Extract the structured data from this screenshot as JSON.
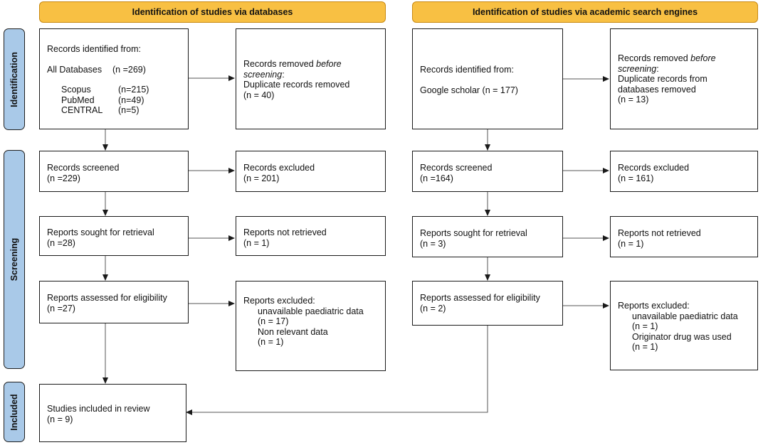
{
  "headers": {
    "databases": "Identification of studies via databases",
    "engines": "Identification of studies via academic search engines"
  },
  "phases": {
    "identification": "Identification",
    "screening": "Screening",
    "included": "Included"
  },
  "left": {
    "identified": {
      "title": "Records identified from:",
      "all_label": "All Databases",
      "all_n": "(n =269)",
      "scopus_label": "Scopus",
      "scopus_n": "(n=215)",
      "pubmed_label": "PubMed",
      "pubmed_n": "(n=49)",
      "central_label": "CENTRAL",
      "central_n": "(n=5)"
    },
    "removed": {
      "line1_a": "Records removed ",
      "line1_b": "before",
      "line2_a": "screening",
      "line2_b": ":",
      "line3": "Duplicate records removed",
      "line4": "(n = 40)"
    },
    "screened": {
      "title": "Records screened",
      "n": "(n =229)"
    },
    "excluded": {
      "title": "Records excluded",
      "n": "(n = 201)"
    },
    "sought": {
      "title": "Reports sought for retrieval",
      "n": "(n =28)"
    },
    "not_retrieved": {
      "title": "Reports not retrieved",
      "n": "(n = 1)"
    },
    "assessed": {
      "title": "Reports assessed for eligibility",
      "n": "(n =27)"
    },
    "reports_excluded": {
      "title": "Reports excluded:",
      "r1": "unavailable paediatric data",
      "r1_n": "(n = 17)",
      "r2": "Non relevant data",
      "r2_n": "(n = 1)"
    },
    "included": {
      "title": "Studies included in review",
      "n": "(n = 9)"
    }
  },
  "right": {
    "identified": {
      "title": "Records identified from:",
      "source": "Google scholar (n = 177)"
    },
    "removed": {
      "line1_a": "Records removed ",
      "line1_b": "before",
      "line2_a": "screening",
      "line2_b": ":",
      "line3": "Duplicate records from",
      "line4": "databases removed",
      "line5": "(n = 13)"
    },
    "screened": {
      "title": "Records screened",
      "n": "(n =164)"
    },
    "excluded": {
      "title": "Records excluded",
      "n": "(n = 161)"
    },
    "sought": {
      "title": "Reports sought for retrieval",
      "n": "(n = 3)"
    },
    "not_retrieved": {
      "title": "Reports not retrieved",
      "n": "(n = 1)"
    },
    "assessed": {
      "title": "Reports assessed for eligibility",
      "n": "(n = 2)"
    },
    "reports_excluded": {
      "title": "Reports excluded:",
      "r1": "unavailable paediatric data",
      "r1_n": "(n = 1)",
      "r2": "Originator drug was used",
      "r2_n": "(n = 1)"
    }
  }
}
